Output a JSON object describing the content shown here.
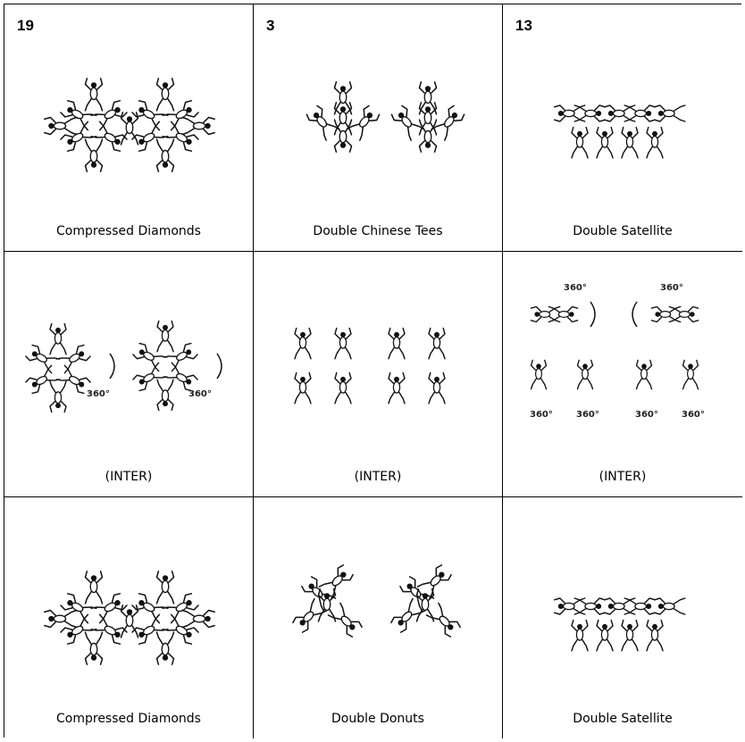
{
  "cells": [
    {
      "number": "19",
      "caption": "Compressed Diamonds",
      "formation": "compressed-diamonds"
    },
    {
      "number": "3",
      "caption": "Double Chinese Tees",
      "formation": "double-chinese-tees"
    },
    {
      "number": "13",
      "caption": "Double Satellite",
      "formation": "double-satellite"
    },
    {
      "number": "",
      "caption": "(INTER)",
      "formation": "inter-diamonds",
      "rotation_labels": [
        "360°",
        "360°"
      ]
    },
    {
      "number": "",
      "caption": "(INTER)",
      "formation": "inter-grid"
    },
    {
      "number": "",
      "caption": "(INTER)",
      "formation": "inter-satellite",
      "rotation_labels": [
        "360°",
        "360°",
        "360°",
        "360°",
        "360°",
        "360°"
      ]
    },
    {
      "number": "",
      "caption": "Compressed Diamonds",
      "formation": "compressed-diamonds"
    },
    {
      "number": "",
      "caption": "Double Donuts",
      "formation": "double-donuts"
    },
    {
      "number": "",
      "caption": "Double Satellite",
      "formation": "double-satellite"
    }
  ]
}
